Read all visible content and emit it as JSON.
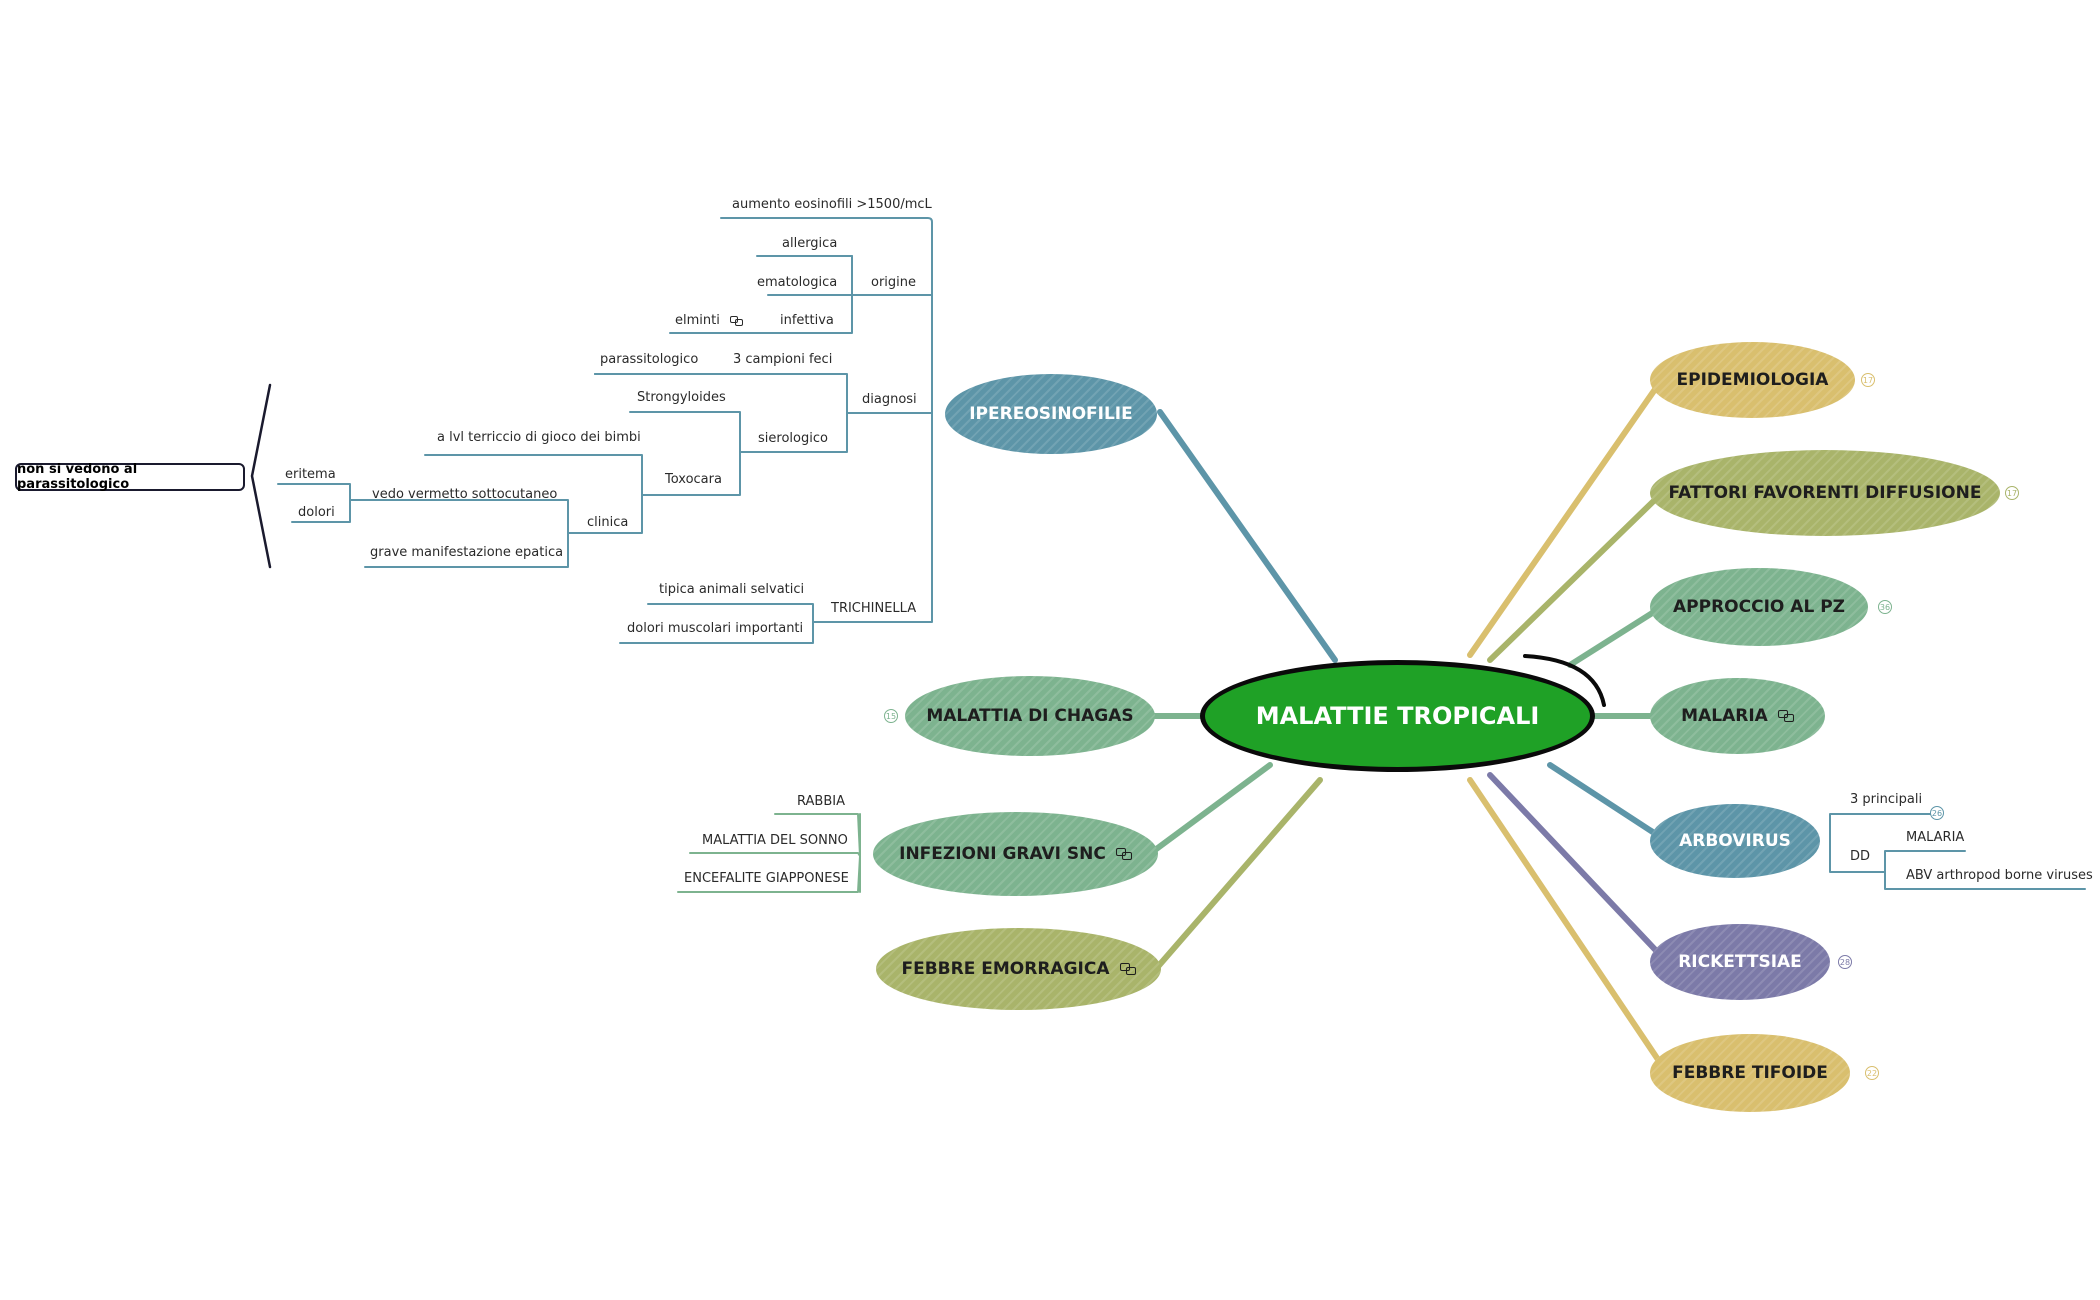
{
  "central_topic": "MALATTIE TROPICALI",
  "colors": {
    "central_fill": "#1fa126",
    "teal": "#5d95a8",
    "green": "#7db38f",
    "olive": "#a9b46a",
    "yellow": "#d9bf6e",
    "purple": "#7c7aa8"
  },
  "right_branches": [
    {
      "label": "EPIDEMIOLOGIA",
      "badge": "17",
      "color": "yellow"
    },
    {
      "label": "FATTORI FAVORENTI DIFFUSIONE",
      "badge": "17",
      "color": "olive"
    },
    {
      "label": "APPROCCIO AL PZ",
      "badge": "36",
      "color": "green"
    },
    {
      "label": "MALARIA",
      "icon": "note-icon",
      "color": "green"
    },
    {
      "label": "ARBOVIRUS",
      "color": "teal"
    },
    {
      "label": "RICKETTSIAE",
      "badge": "28",
      "color": "purple"
    },
    {
      "label": "FEBBRE TIFOIDE",
      "badge": "22",
      "color": "yellow"
    }
  ],
  "left_branches": [
    {
      "label": "IPEREOSINOFILIE",
      "color": "teal"
    },
    {
      "label": "MALATTIA DI CHAGAS",
      "badge": "15",
      "color": "green"
    },
    {
      "label": "INFEZIONI GRAVI SNC",
      "icon": "note-icon",
      "color": "green"
    },
    {
      "label": "FEBBRE EMORRAGICA",
      "icon": "note-icon",
      "color": "olive"
    }
  ],
  "arbovirus_children": {
    "principali": "3 principali",
    "principali_badge": "26",
    "dd": "DD",
    "dd_items": [
      "MALARIA",
      "ABV arthropod borne viruses"
    ]
  },
  "snc_children": [
    "RABBIA",
    "MALATTIA DEL SONNO",
    "ENCEFALITE GIAPPONESE"
  ],
  "ipereosinofilie": {
    "aumento": "aumento eosinofili >1500/mcL",
    "origine": "origine",
    "origine_items": [
      "allergica",
      "ematologica",
      "infettiva"
    ],
    "elminti": "elminti",
    "diagnosi": "diagnosi",
    "campioni": "3 campioni feci",
    "parassitologico": "parassitologico",
    "sierologico": "sierologico",
    "strongyloides": "Strongyloides",
    "toxocara": "Toxocara",
    "terriccio": "a lvl terriccio di gioco dei bimbi",
    "clinica": "clinica",
    "vermetto": "vedo vermetto sottocutaneo",
    "eritema": "eritema",
    "dolori": "dolori",
    "epatica": "grave manifestazione epatica",
    "trichinella": "TRICHINELLA",
    "tipica": "tipica animali selvatici",
    "dolori_muscolari": "dolori muscolari importanti"
  },
  "note_box": "non si vedono al parassitologico"
}
